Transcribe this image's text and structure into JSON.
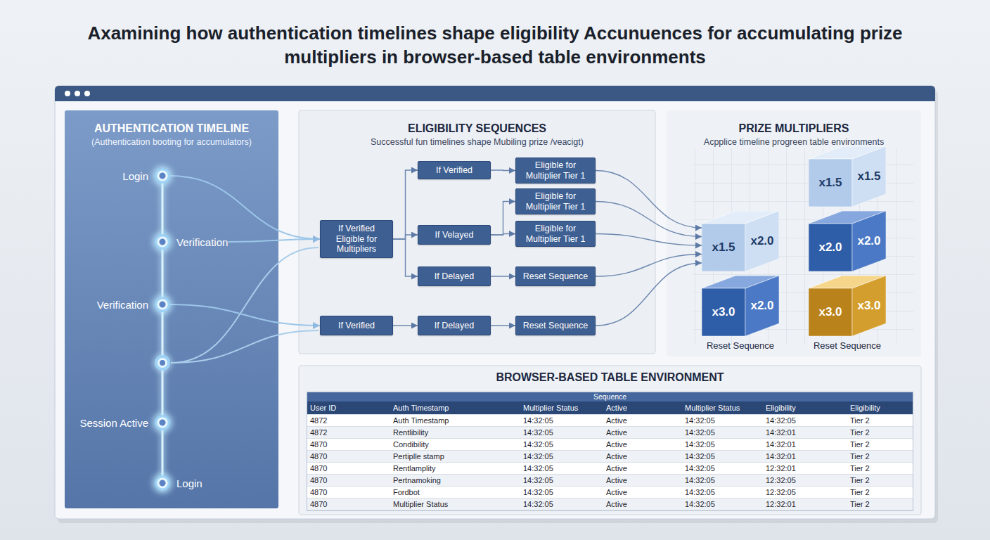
{
  "diagram": {
    "title": "Axamining how authentication timelines shape eligibility Accunuences for accumulating prize multipliers in browser-based table environments",
    "nodes": [
      {
        "text": [
          "AUTHENTICATION TIMELINE",
          "(Authentication booting for accumulators)"
        ]
      },
      {
        "text": [
          "Login"
        ],
        "in": 0
      },
      {
        "text": [
          "Verification"
        ],
        "in": 0
      },
      {
        "text": [
          "Verification"
        ],
        "in": 0
      },
      {
        "text": [
          "Session Active"
        ],
        "in": 0
      },
      {
        "text": [
          "Login"
        ],
        "in": 0
      },
      {
        "text": [
          "ELIGIBILITY SEQUENCES",
          "Successful fun timelines shape Mubiling prize /veacigt)"
        ]
      },
      {
        "text": [
          "If Verified Eligible for Multipliers"
        ],
        "in": 6
      },
      {
        "text": [
          "If Verified"
        ],
        "in": 6
      },
      {
        "text": [
          "Eligible for Multiplier Tier 1"
        ],
        "in": 6
      },
      {
        "text": [
          "Eligible for Multiplier Tier 1"
        ],
        "in": 6
      },
      {
        "text": [
          "If Velayed"
        ],
        "in": 6
      },
      {
        "text": [
          "Eligible for Multiplier Tier 1"
        ],
        "in": 6
      },
      {
        "text": [
          "If Delayed"
        ],
        "in": 6
      },
      {
        "text": [
          "Reset Sequence"
        ],
        "in": 6
      },
      {
        "text": [
          "If Verified"
        ],
        "in": 6
      },
      {
        "text": [
          "If Delayed"
        ],
        "in": 6
      },
      {
        "text": [
          "Reset Sequence"
        ],
        "in": 6
      },
      {
        "text": [
          "PRIZE MULTIPLIERS",
          "Acpplice timeline progreen table environments"
        ]
      },
      {
        "text": [
          "x1.5",
          "x2.0"
        ],
        "in": 18
      },
      {
        "text": [
          "x3.0",
          "x2.0"
        ],
        "in": 18
      },
      {
        "text": [
          "x1.5",
          "x1.5"
        ],
        "in": 18
      },
      {
        "text": [
          "x2.0",
          "x2.0"
        ],
        "in": 18
      },
      {
        "text": [
          "x3.0",
          "x3.0"
        ],
        "in": 18
      },
      {
        "text": [
          "BROWSER-BASED TABLE ENVIRONMENT"
        ]
      }
    ],
    "edges": [
      {
        "from": 1,
        "to": 7,
        "arrow": "to"
      },
      {
        "from": 2,
        "to": 7,
        "arrow": "to"
      },
      {
        "from": 3,
        "to": 15,
        "arrow": "to"
      },
      {
        "from": 7,
        "to": 8,
        "arrow": "to"
      },
      {
        "from": 7,
        "to": 11,
        "arrow": "to"
      },
      {
        "from": 7,
        "to": 13,
        "arrow": "to"
      },
      {
        "from": 8,
        "to": 9,
        "arrow": "to"
      },
      {
        "from": 11,
        "to": 10,
        "arrow": "to"
      },
      {
        "from": 11,
        "to": 12,
        "arrow": "to"
      },
      {
        "from": 13,
        "to": 14,
        "arrow": "to"
      },
      {
        "from": 15,
        "to": 16,
        "arrow": "to"
      },
      {
        "from": 16,
        "to": 17,
        "arrow": "to"
      },
      {
        "from": 9,
        "to": 19,
        "arrow": "to"
      },
      {
        "from": 10,
        "to": 19,
        "arrow": "to"
      },
      {
        "from": 12,
        "to": 19,
        "arrow": "to"
      },
      {
        "from": 14,
        "to": 19,
        "arrow": "to"
      },
      {
        "from": 17,
        "to": 19,
        "arrow": "to"
      }
    ],
    "labels": [
      "Reset Sequence",
      "Reset Sequence",
      "Sequence",
      "User ID",
      "Auth Timestamp",
      "Multiplier Status",
      "Active",
      "Multiplier Status",
      "Eligibility",
      "Eligibility",
      "4872",
      "Auth Timestamp",
      "14:32:05",
      "Active",
      "14:32:05",
      "14:32:05",
      "Tier 2",
      "4872",
      "Rentlibility",
      "14:32:05",
      "Active",
      "14:32:05",
      "14:32:01",
      "Tier 2",
      "4870",
      "Condibility",
      "14:32:05",
      "Active",
      "14:32:05",
      "14:32:01",
      "Tier 2",
      "4870",
      "Pertiplle stamp",
      "14:32:05",
      "Active",
      "14:32:05",
      "14:32:01",
      "Tier 2",
      "4870",
      "Rentlamplity",
      "14:32:05",
      "Active",
      "14:32:05",
      "12:32:01",
      "Tier 2",
      "4870",
      "Pertnamoking",
      "14:32:05",
      "Active",
      "14:32:05",
      "12:32:05",
      "Tier 2",
      "4870",
      "Fordbot",
      "14:32:05",
      "Active",
      "14:32:05",
      "12:32:05",
      "Tier 2",
      "4870",
      "Multiplier Status",
      "14:32:05",
      "Active",
      "14:32:05",
      "12:32:01",
      "Tier 2"
    ]
  }
}
